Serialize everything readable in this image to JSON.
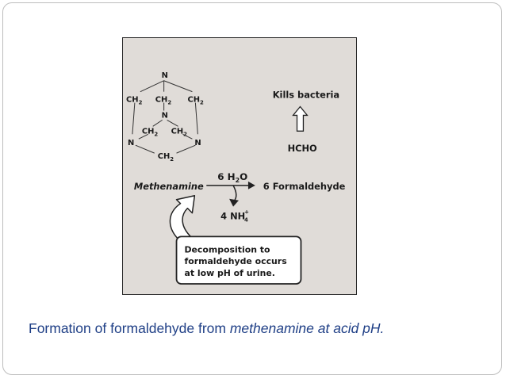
{
  "figure": {
    "structure": {
      "n_top": "N",
      "n_mid": "N",
      "n_left": "N",
      "n_right": "N",
      "ch2": "CH",
      "ch2_sub": "2"
    },
    "kills_label": "Kills bacteria",
    "hcho_label": "HCHO",
    "reactant": "Methenamine",
    "water_label": "6 H",
    "water_sub": "2",
    "water_tail": "O",
    "product": "6 Formaldehyde",
    "ammonium_label": "4 NH",
    "ammonium_sub": "4",
    "ammonium_sup": "+",
    "callout_lines": [
      "Decomposition to",
      "formaldehyde occurs",
      "at low pH of urine."
    ]
  },
  "caption": {
    "prefix": "Formation of formaldehyde from ",
    "italic": "methenamine at acid pH."
  },
  "colors": {
    "caption_text": "#1f3f86",
    "figure_bg": "#e0dcd8"
  }
}
